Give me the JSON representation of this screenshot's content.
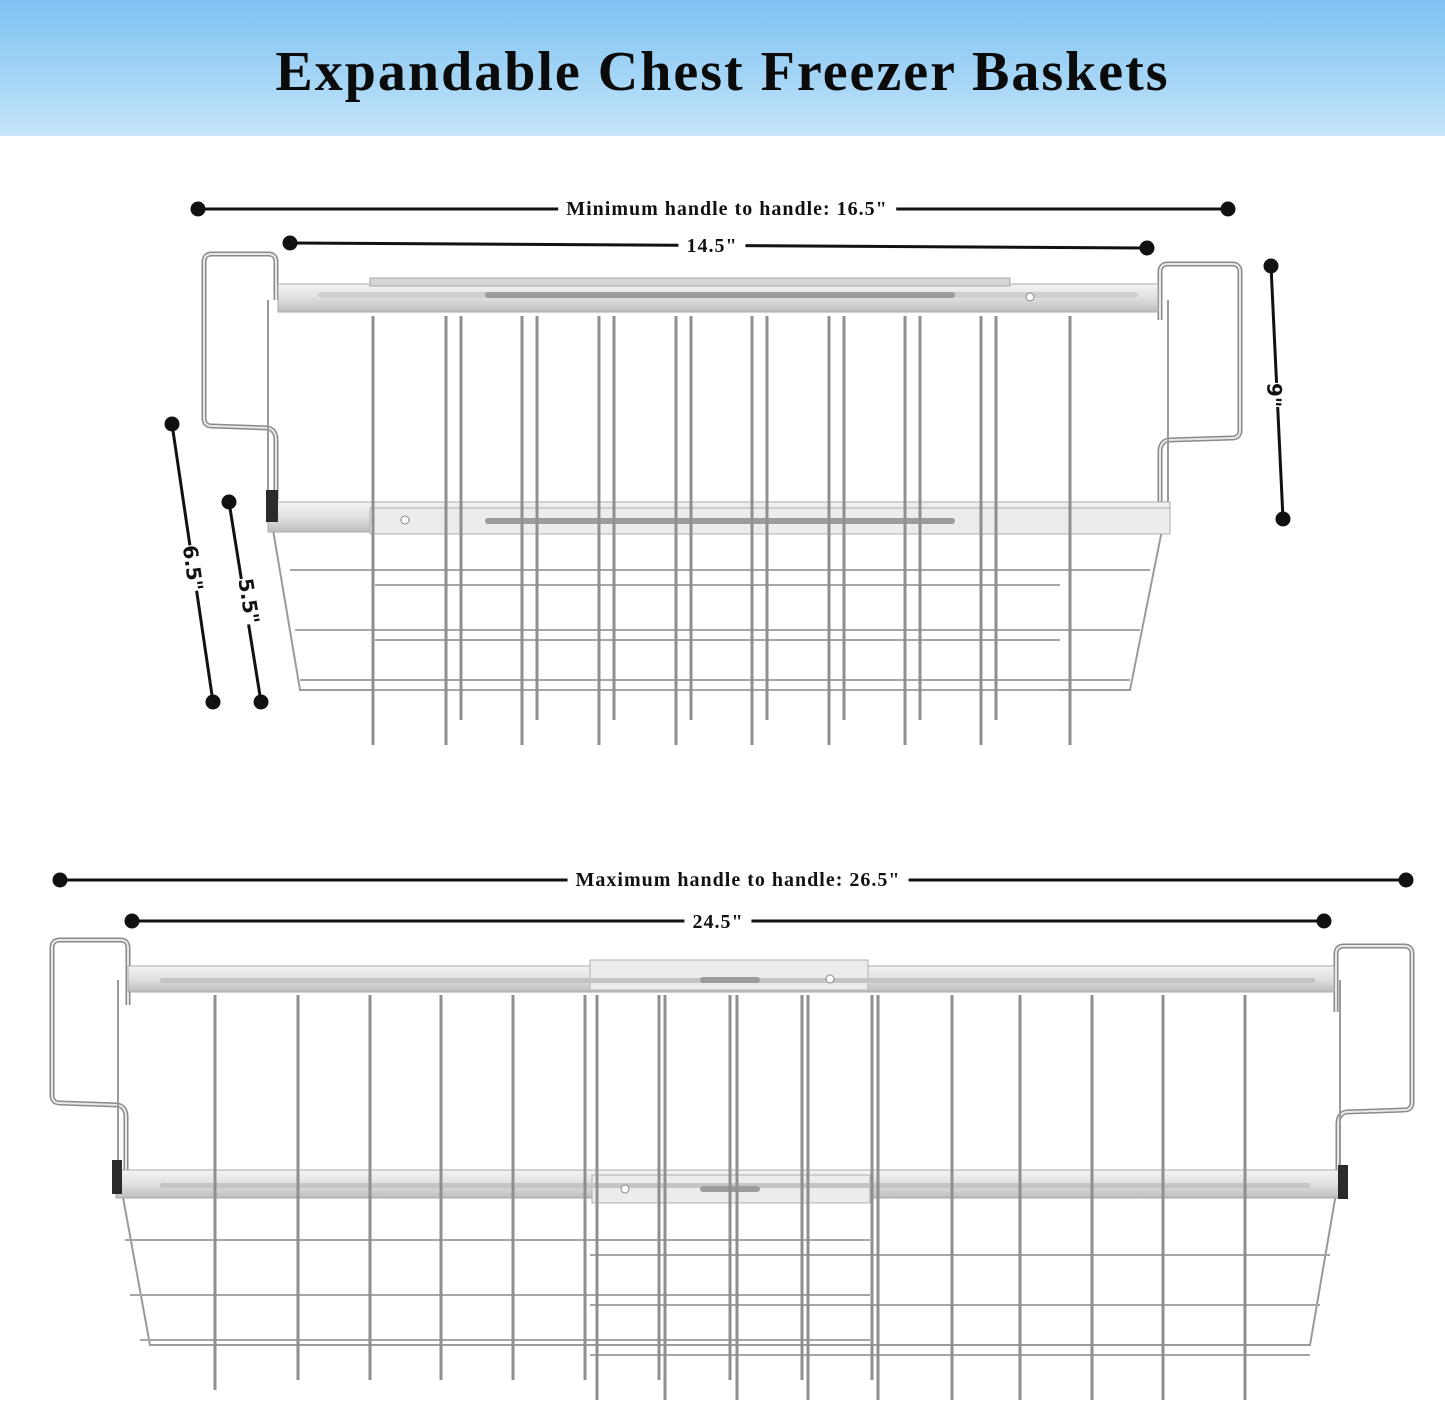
{
  "header": {
    "title": "Expandable Chest Freezer Baskets",
    "gradient_top": "#7ec3f3",
    "gradient_bottom": "#c4e5fa"
  },
  "basket_min": {
    "state": "minimum",
    "dimensions": {
      "handle_to_handle_label": "Minimum handle to handle: 16.5\"",
      "inner_length_label": "14.5\"",
      "height_label": "9\"",
      "depth_outer_label": "6.5\"",
      "depth_inner_label": "5.5\""
    }
  },
  "basket_max": {
    "state": "maximum",
    "dimensions": {
      "handle_to_handle_label": "Maximum handle to handle: 26.5\"",
      "inner_length_label": "24.5\""
    }
  },
  "colors": {
    "wire": "#9a9a9a",
    "wire_dark": "#6e6e6e",
    "rail": "#e4e4e4",
    "dimension_line": "#111111"
  }
}
